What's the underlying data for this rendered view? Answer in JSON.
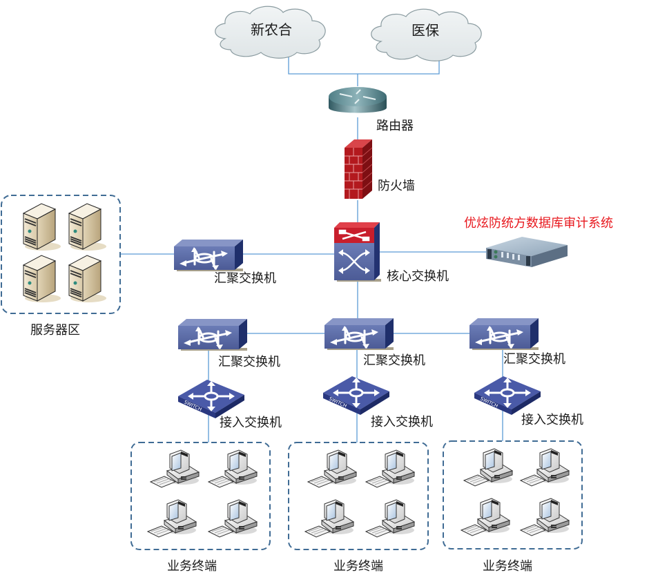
{
  "diagram": {
    "title": "",
    "colors": {
      "link": "#5b9bd5",
      "zone_border": "#3f6b94",
      "highlight_label": "#e8181e",
      "switch_body": "#5a6aa5",
      "firewall": "#b3191e",
      "cloud_fill": "#e8ecee"
    },
    "clouds": [
      {
        "id": "cloud-xnh",
        "label": "新农合",
        "icon": "cloud-icon"
      },
      {
        "id": "cloud-yb",
        "label": "医保",
        "icon": "cloud-icon"
      }
    ],
    "router": {
      "label": "路由器",
      "icon": "router-icon"
    },
    "firewall": {
      "label": "防火墙",
      "icon": "firewall-icon"
    },
    "core_switch": {
      "label": "核心交换机",
      "icon": "core-switch-icon"
    },
    "audit_system": {
      "label": "优炫防统方数据库审计系统",
      "icon": "audit-appliance-icon"
    },
    "server_zone": {
      "label": "服务器区",
      "servers": [
        {
          "icon": "server-icon"
        },
        {
          "icon": "server-icon"
        },
        {
          "icon": "server-icon"
        },
        {
          "icon": "server-icon"
        }
      ],
      "aggregation_switch": {
        "label": "汇聚交换机",
        "icon": "aggregation-switch-icon"
      }
    },
    "branches": [
      {
        "aggregation_switch": {
          "label": "汇聚交换机"
        },
        "access_switch": {
          "label": "接入交换机",
          "badge": "SWITCH"
        },
        "terminal_group": {
          "label": "业务终端",
          "count": 4
        }
      },
      {
        "aggregation_switch": {
          "label": "汇聚交换机"
        },
        "access_switch": {
          "label": "接入交换机",
          "badge": "SWITCH"
        },
        "terminal_group": {
          "label": "业务终端",
          "count": 4
        }
      },
      {
        "aggregation_switch": {
          "label": "汇聚交换机"
        },
        "access_switch": {
          "label": "接入交换机",
          "badge": "SWITCH"
        },
        "terminal_group": {
          "label": "业务终端",
          "count": 4
        }
      }
    ]
  }
}
